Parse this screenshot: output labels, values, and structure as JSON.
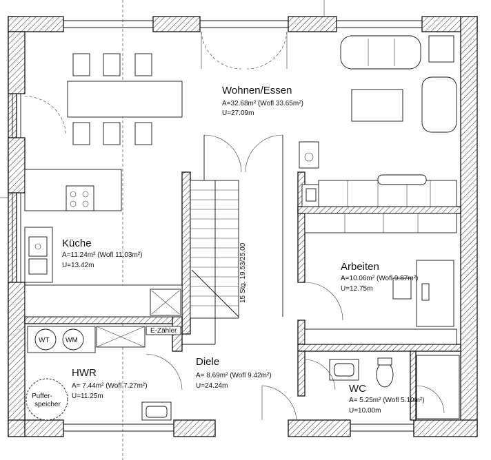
{
  "rooms": {
    "wohnen": {
      "name": "Wohnen/Essen",
      "area": "A=32.68m² (Wofl 33.65m²)",
      "perimeter": "U=27.09m"
    },
    "kueche": {
      "name": "Küche",
      "area": "A=11.24m² (Wofl 11.03m²)",
      "perimeter": "U=13.42m"
    },
    "arbeiten": {
      "name": "Arbeiten",
      "area": "A=10.06m² (Wofl 9.87m²)",
      "perimeter": "U=12.75m"
    },
    "hwr": {
      "name": "HWR",
      "area": "A= 7.44m² (Wofl 7.27m²)",
      "perimeter": "U=11.25m"
    },
    "diele": {
      "name": "Diele",
      "area": "A= 8.69m² (Wofl 9.42m²)",
      "perimeter": "U=24.24m"
    },
    "wc": {
      "name": "WC",
      "area": "A= 5.25m² (Wofl 5.10m²)",
      "perimeter": "U=10.00m"
    }
  },
  "labels": {
    "e_zaehler": "E-Zähler",
    "stair": "15 Stg. 19.53/25.00",
    "wt": "WT",
    "wm": "WM",
    "puffer_1": "Puffer-",
    "puffer_2": "speicher"
  }
}
